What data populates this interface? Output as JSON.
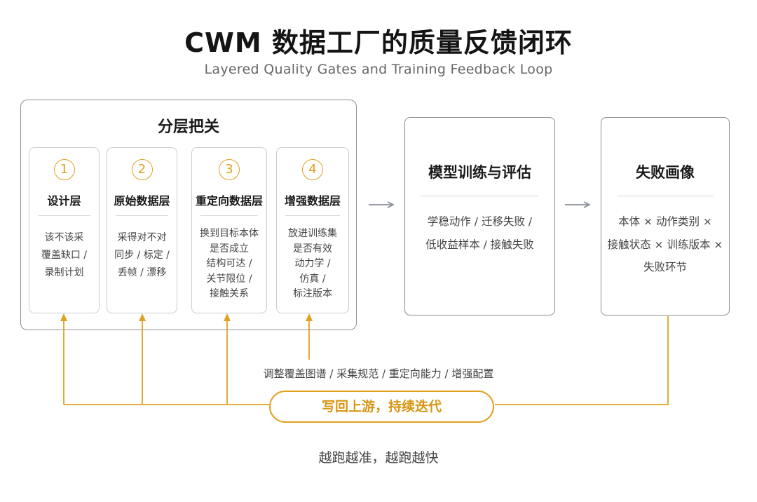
{
  "title": "CWM 数据工厂的质量反馈闭环",
  "subtitle": "Layered Quality Gates and Training Feedback Loop",
  "gates": {
    "title": "分层把关",
    "layers": [
      {
        "num": "1",
        "name": "设计层",
        "lines": [
          "该不该采",
          "覆盖缺口 /",
          "录制计划"
        ]
      },
      {
        "num": "2",
        "name": "原始数据层",
        "lines": [
          "采得对不对",
          "同步 / 标定 /",
          "丢帧 / 漂移"
        ]
      },
      {
        "num": "3",
        "name": "重定向数据层",
        "lines": [
          "换到目标本体",
          "是否成立",
          "结构可达 /",
          "关节限位 /",
          "接触关系"
        ]
      },
      {
        "num": "4",
        "name": "增强数据层",
        "lines": [
          "放进训练集",
          "是否有效",
          "动力学 /",
          "仿真 /",
          "标注版本"
        ]
      }
    ]
  },
  "training": {
    "title": "模型训练与评估",
    "lines": [
      "学稳动作 / 迁移失败 /",
      "低收益样本 / 接触失败"
    ]
  },
  "profile": {
    "title": "失败画像",
    "lines": [
      "本体 × 动作类别 ×",
      "接触状态 × 训练版本 ×",
      "失败环节"
    ]
  },
  "feedback": {
    "label": "调整覆盖图谱 / 采集规范 / 重定向能力 / 增强配置",
    "action": "写回上游，持续迭代"
  },
  "tagline": "越跑越准，越跑越快",
  "colors": {
    "accent": "#e0a020",
    "border": "#8a8f99",
    "arrow_gray": "#8a8f99"
  }
}
